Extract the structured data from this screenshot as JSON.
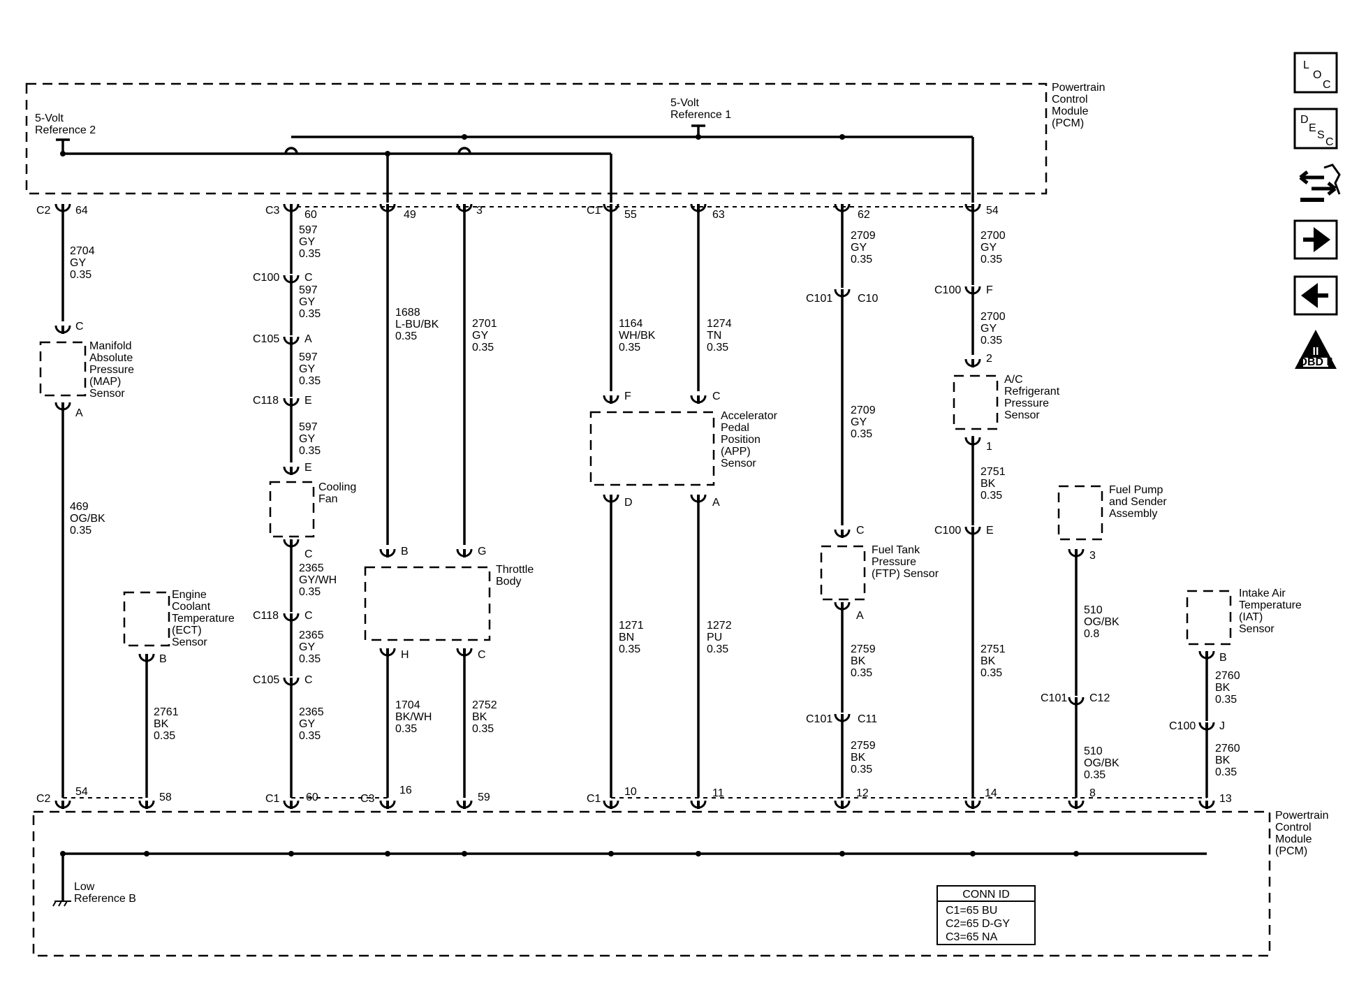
{
  "pcm": {
    "top_label": [
      "Powertrain",
      "Control",
      "Module",
      "(PCM)"
    ],
    "bottom_label": [
      "Powertrain",
      "Control",
      "Module",
      "(PCM)"
    ]
  },
  "references": {
    "ref2": [
      "5-Volt",
      "Reference 2"
    ],
    "ref1": [
      "5-Volt",
      "Reference 1"
    ],
    "low": [
      "Low",
      "Reference B"
    ]
  },
  "components": {
    "map": [
      "Manifold",
      "Absolute",
      "Pressure",
      "(MAP)",
      "Sensor"
    ],
    "fan": [
      "Cooling",
      "Fan"
    ],
    "ect": [
      "Engine",
      "Coolant",
      "Temperature",
      "(ECT)",
      "Sensor"
    ],
    "throttle": [
      "Throttle",
      "Body"
    ],
    "app": [
      "Accelerator",
      "Pedal",
      "Position",
      "(APP)",
      "Sensor"
    ],
    "ftp": [
      "Fuel Tank",
      "Pressure",
      "(FTP) Sensor"
    ],
    "ac": [
      "A/C",
      "Refrigerant",
      "Pressure",
      "Sensor"
    ],
    "fuelpump": [
      "Fuel Pump",
      "and Sender",
      "Assembly"
    ],
    "iat": [
      "Intake Air",
      "Temperature",
      "(IAT)",
      "Sensor"
    ]
  },
  "pins": {
    "top": [
      {
        "conn": "C2",
        "pin": "64"
      },
      {
        "conn": "C3",
        "pin": "60"
      },
      {
        "conn": "",
        "pin": "49"
      },
      {
        "conn": "",
        "pin": "3"
      },
      {
        "conn": "C1",
        "pin": "55"
      },
      {
        "conn": "",
        "pin": "63"
      },
      {
        "conn": "",
        "pin": "62"
      },
      {
        "conn": "",
        "pin": "54"
      }
    ],
    "bottom": [
      {
        "conn": "C2",
        "pin": "54"
      },
      {
        "conn": "",
        "pin": "58"
      },
      {
        "conn": "C1",
        "pin": "60"
      },
      {
        "conn": "C3",
        "pin": "16"
      },
      {
        "conn": "",
        "pin": "59"
      },
      {
        "conn": "C1",
        "pin": "10"
      },
      {
        "conn": "",
        "pin": "11"
      },
      {
        "conn": "",
        "pin": "12"
      },
      {
        "conn": "",
        "pin": "14"
      },
      {
        "conn": "",
        "pin": "8"
      },
      {
        "conn": "",
        "pin": "13"
      }
    ]
  },
  "sensor_pins": {
    "map_c": "C",
    "map_a": "A",
    "fan_e": "E",
    "fan_c": "C",
    "ect_b": "B",
    "tb_b": "B",
    "tb_g": "G",
    "tb_h": "H",
    "tb_c": "C",
    "app_f": "F",
    "app_c": "C",
    "app_d": "D",
    "app_a": "A",
    "ftp_c": "C",
    "ftp_a": "A",
    "ac_2": "2",
    "ac_1": "1",
    "fp_3": "3",
    "iat_b": "B"
  },
  "inline_connectors": [
    {
      "conn": "C100",
      "pin": "C"
    },
    {
      "conn": "C105",
      "pin": "A"
    },
    {
      "conn": "C118",
      "pin": "E"
    },
    {
      "conn": "C118",
      "pin": "C"
    },
    {
      "conn": "C105",
      "pin": "C"
    },
    {
      "conn": "C101",
      "pin": "C10"
    },
    {
      "conn": "C101",
      "pin": "C11"
    },
    {
      "conn": "C100",
      "pin": "F"
    },
    {
      "conn": "C100",
      "pin": "E"
    },
    {
      "conn": "C101",
      "pin": "C12"
    },
    {
      "conn": "C100",
      "pin": "J"
    }
  ],
  "wires": [
    [
      "2704",
      "GY",
      "0.35"
    ],
    [
      "469",
      "OG/BK",
      "0.35"
    ],
    [
      "2761",
      "BK",
      "0.35"
    ],
    [
      "597",
      "GY",
      "0.35"
    ],
    [
      "597",
      "GY",
      "0.35"
    ],
    [
      "597",
      "GY",
      "0.35"
    ],
    [
      "597",
      "GY",
      "0.35"
    ],
    [
      "2365",
      "GY/WH",
      "0.35"
    ],
    [
      "2365",
      "GY",
      "0.35"
    ],
    [
      "2365",
      "GY",
      "0.35"
    ],
    [
      "1688",
      "L-BU/BK",
      "0.35"
    ],
    [
      "1704",
      "BK/WH",
      "0.35"
    ],
    [
      "2701",
      "GY",
      "0.35"
    ],
    [
      "2752",
      "BK",
      "0.35"
    ],
    [
      "1164",
      "WH/BK",
      "0.35"
    ],
    [
      "1271",
      "BN",
      "0.35"
    ],
    [
      "1274",
      "TN",
      "0.35"
    ],
    [
      "1272",
      "PU",
      "0.35"
    ],
    [
      "2709",
      "GY",
      "0.35"
    ],
    [
      "2709",
      "GY",
      "0.35"
    ],
    [
      "2759",
      "BK",
      "0.35"
    ],
    [
      "2759",
      "BK",
      "0.35"
    ],
    [
      "2700",
      "GY",
      "0.35"
    ],
    [
      "2700",
      "GY",
      "0.35"
    ],
    [
      "2751",
      "BK",
      "0.35"
    ],
    [
      "2751",
      "BK",
      "0.35"
    ],
    [
      "510",
      "OG/BK",
      "0.8"
    ],
    [
      "510",
      "OG/BK",
      "0.35"
    ],
    [
      "2760",
      "BK",
      "0.35"
    ],
    [
      "2760",
      "BK",
      "0.35"
    ]
  ],
  "conn_id": {
    "title": "CONN ID",
    "rows": [
      "C1=65 BU",
      "C2=65 D-GY",
      "C3=65 NA"
    ]
  },
  "icons": {
    "loc": [
      "L",
      "O",
      "C"
    ],
    "desc": [
      "D",
      "E",
      "S",
      "C"
    ],
    "obd": [
      "II",
      "OBD II"
    ]
  }
}
